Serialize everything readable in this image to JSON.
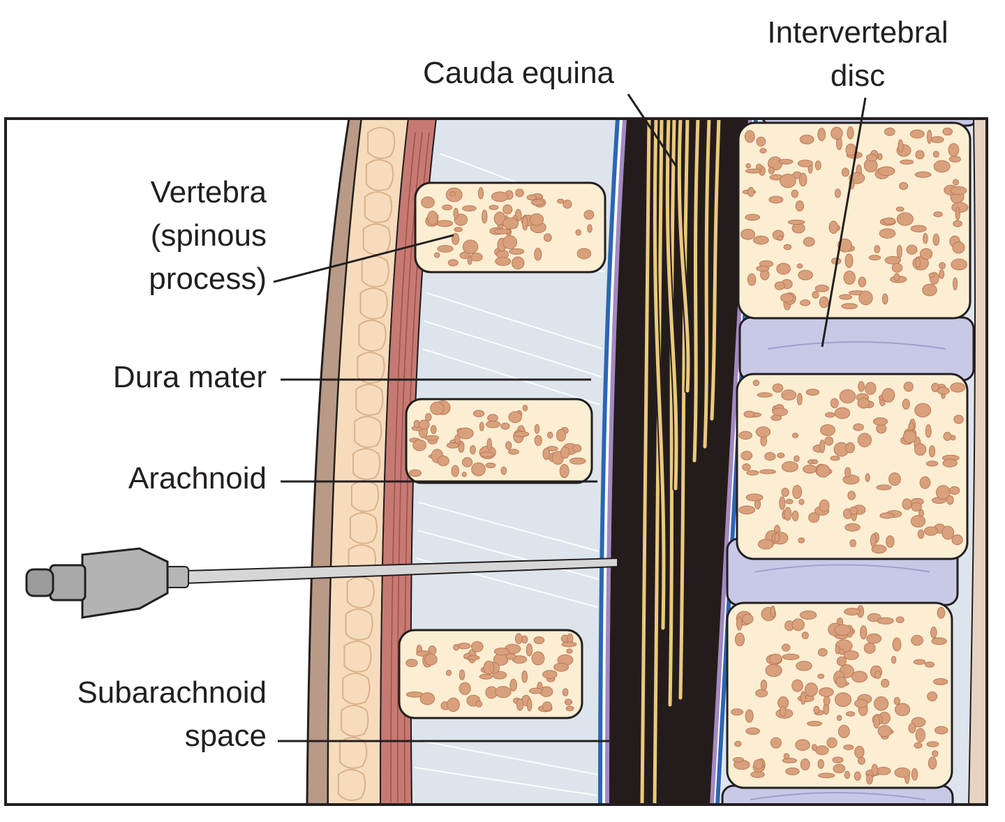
{
  "labels": {
    "cauda_equina": "Cauda equina",
    "intervertebral_disc": [
      "Intervertebral",
      "disc"
    ],
    "vertebra": [
      "Vertebra",
      "(spinous",
      "process)"
    ],
    "dura_mater": "Dura mater",
    "arachnoid": "Arachnoid",
    "subarachnoid_space": [
      "Subarachnoid",
      "space"
    ]
  },
  "colors": {
    "outline": "#231f20",
    "skin": "#b99a86",
    "fat": "#f6dcbc",
    "muscle": "#c67a72",
    "ligament": "#dde4ec",
    "bone": "#fbeed2",
    "bone_spots": "#d9a07c",
    "disc": "#c7c9e6",
    "dura": "#2b66b4",
    "arachnoid": "#a489c2",
    "csf": "#241c1a",
    "nerve": "#ecc97c",
    "needle": "#bdbdbd"
  }
}
